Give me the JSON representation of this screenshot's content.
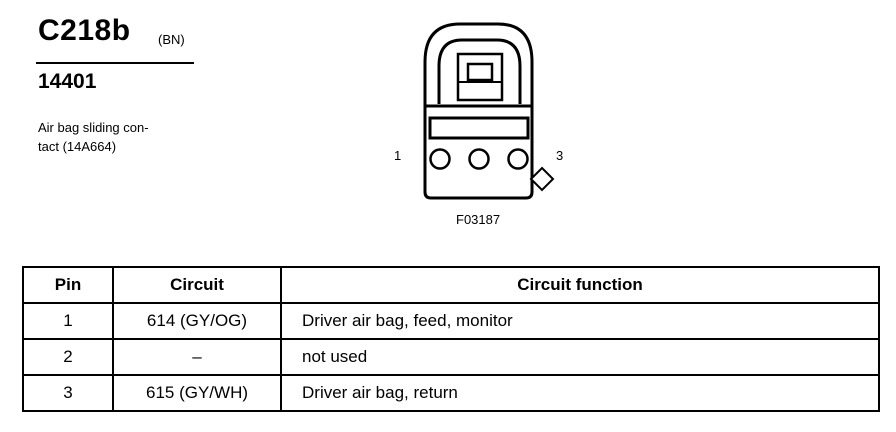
{
  "header": {
    "connector_id": "C218b",
    "connector_color": "(BN)",
    "part_number": "14401",
    "description_lines": [
      "Air bag sliding con-",
      "tact (14A664)"
    ]
  },
  "diagram": {
    "pin_left_label": "1",
    "pin_right_label": "3",
    "figure_id": "F03187"
  },
  "table": {
    "headers": [
      "Pin",
      "Circuit",
      "Circuit function"
    ],
    "rows": [
      {
        "pin": "1",
        "circuit": "614 (GY/OG)",
        "function": "Driver air bag, feed, monitor"
      },
      {
        "pin": "2",
        "circuit": "–",
        "function": "not used"
      },
      {
        "pin": "3",
        "circuit": "615 (GY/WH)",
        "function": "Driver air bag, return"
      }
    ]
  }
}
